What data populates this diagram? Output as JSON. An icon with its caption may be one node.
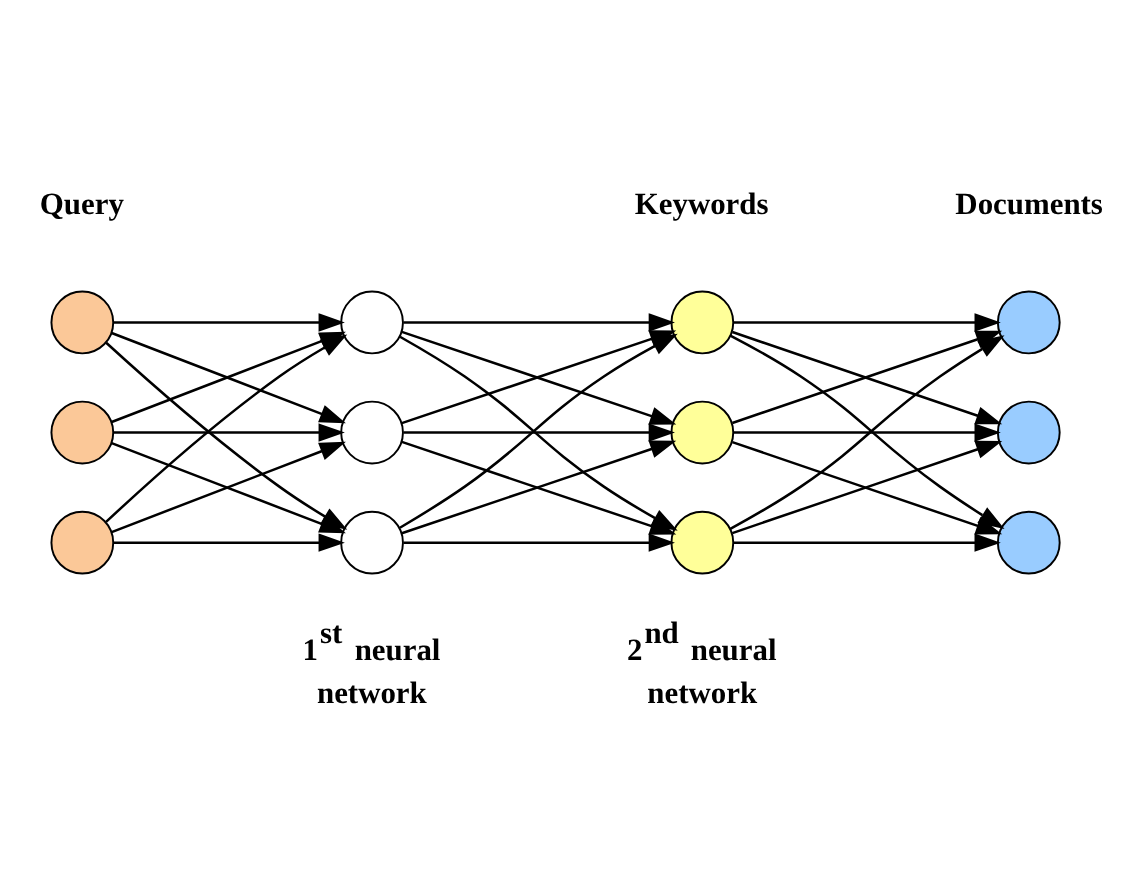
{
  "diagram": {
    "nodes": [
      {
        "text": [],
        "shape": "circle"
      },
      {
        "text": [],
        "shape": "circle"
      },
      {
        "text": [],
        "shape": "circle"
      },
      {
        "text": [],
        "shape": "circle"
      },
      {
        "text": [],
        "shape": "circle"
      },
      {
        "text": [],
        "shape": "circle"
      },
      {
        "text": [],
        "shape": "circle"
      },
      {
        "text": [],
        "shape": "circle"
      },
      {
        "text": [],
        "shape": "circle"
      },
      {
        "text": [],
        "shape": "circle"
      },
      {
        "text": [],
        "shape": "circle"
      },
      {
        "text": [],
        "shape": "circle"
      }
    ],
    "edges": [
      {
        "from": 0,
        "to": 3,
        "arrow": "to"
      },
      {
        "from": 0,
        "to": 4,
        "arrow": "to"
      },
      {
        "from": 0,
        "to": 5,
        "arrow": "to"
      },
      {
        "from": 1,
        "to": 3,
        "arrow": "to"
      },
      {
        "from": 1,
        "to": 4,
        "arrow": "to"
      },
      {
        "from": 1,
        "to": 5,
        "arrow": "to"
      },
      {
        "from": 2,
        "to": 3,
        "arrow": "to"
      },
      {
        "from": 2,
        "to": 4,
        "arrow": "to"
      },
      {
        "from": 2,
        "to": 5,
        "arrow": "to"
      },
      {
        "from": 3,
        "to": 6,
        "arrow": "to"
      },
      {
        "from": 3,
        "to": 7,
        "arrow": "to"
      },
      {
        "from": 3,
        "to": 8,
        "arrow": "to"
      },
      {
        "from": 4,
        "to": 6,
        "arrow": "to"
      },
      {
        "from": 4,
        "to": 7,
        "arrow": "to"
      },
      {
        "from": 4,
        "to": 8,
        "arrow": "to"
      },
      {
        "from": 5,
        "to": 6,
        "arrow": "to"
      },
      {
        "from": 5,
        "to": 7,
        "arrow": "to"
      },
      {
        "from": 5,
        "to": 8,
        "arrow": "to"
      },
      {
        "from": 6,
        "to": 9,
        "arrow": "to"
      },
      {
        "from": 6,
        "to": 10,
        "arrow": "to"
      },
      {
        "from": 6,
        "to": 11,
        "arrow": "to"
      },
      {
        "from": 7,
        "to": 9,
        "arrow": "to"
      },
      {
        "from": 7,
        "to": 10,
        "arrow": "to"
      },
      {
        "from": 7,
        "to": 11,
        "arrow": "to"
      },
      {
        "from": 8,
        "to": 9,
        "arrow": "to"
      },
      {
        "from": 8,
        "to": 10,
        "arrow": "to"
      },
      {
        "from": 8,
        "to": 11,
        "arrow": "to"
      }
    ],
    "labels": [
      "Query",
      "Keywords",
      "Documents",
      "1$^{st}$ neural network",
      "2$^{nd}$ neural network"
    ]
  }
}
